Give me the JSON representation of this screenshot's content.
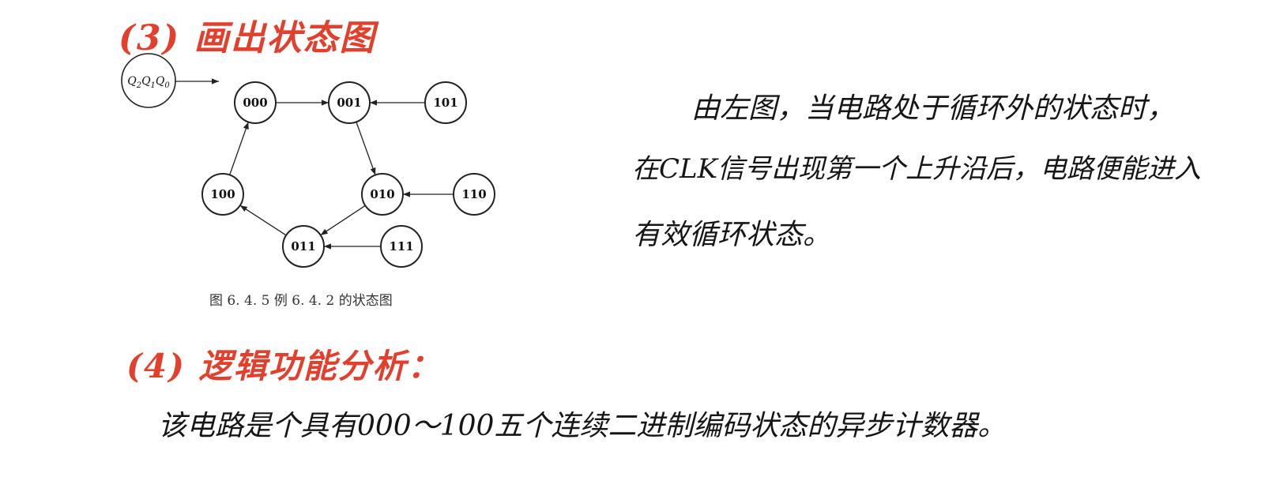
{
  "headings": {
    "step3": "(3) 画出状态图",
    "step4": "(4) 逻辑功能分析："
  },
  "diagram": {
    "legend": {
      "q": "Q",
      "q2_sub": "2",
      "q1_sub": "1",
      "q0_sub": "0"
    },
    "nodes": [
      {
        "id": "000",
        "label": "000"
      },
      {
        "id": "001",
        "label": "001"
      },
      {
        "id": "101",
        "label": "101"
      },
      {
        "id": "100",
        "label": "100"
      },
      {
        "id": "010",
        "label": "010"
      },
      {
        "id": "110",
        "label": "110"
      },
      {
        "id": "011",
        "label": "011"
      },
      {
        "id": "111",
        "label": "111"
      }
    ],
    "edges": [
      {
        "from": "000",
        "to": "001"
      },
      {
        "from": "101",
        "to": "001"
      },
      {
        "from": "001",
        "to": "010"
      },
      {
        "from": "110",
        "to": "010"
      },
      {
        "from": "010",
        "to": "011"
      },
      {
        "from": "111",
        "to": "011"
      },
      {
        "from": "011",
        "to": "100"
      },
      {
        "from": "100",
        "to": "000"
      }
    ],
    "caption": "图 6. 4. 5    例 6. 4. 2 的状态图"
  },
  "notes": {
    "line1": "由左图，当电路处于循环外的状态时，",
    "line2": "在CLK信号出现第一个上升沿后，电路便能进入",
    "line3": "有效循环状态。",
    "conclusion": "该电路是个具有000～100五个连续二进制编码状态的异步计数器。"
  }
}
